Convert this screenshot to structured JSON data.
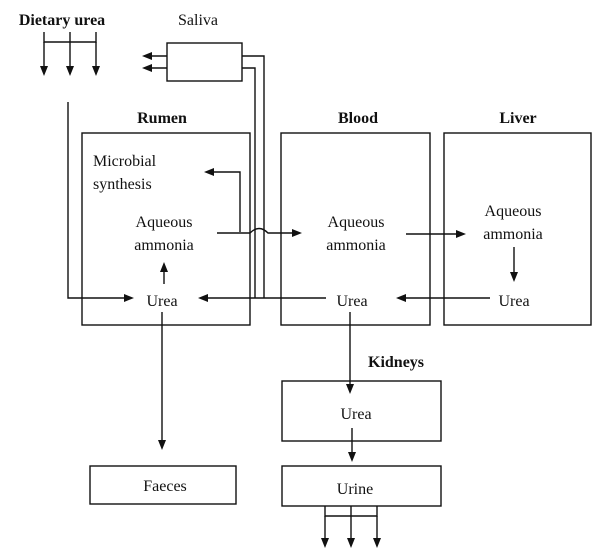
{
  "labels": {
    "dietary_urea": "Dietary urea",
    "saliva": "Saliva",
    "rumen": "Rumen",
    "blood": "Blood",
    "liver": "Liver",
    "microbial_synthesis_line1": "Microbial",
    "microbial_synthesis_line2": "synthesis",
    "rumen_aqueous_line1": "Aqueous",
    "rumen_aqueous_line2": "ammonia",
    "blood_aqueous_line1": "Aqueous",
    "blood_aqueous_line2": "ammonia",
    "liver_aqueous_line1": "Aqueous",
    "liver_aqueous_line2": "ammonia",
    "rumen_urea": "Urea",
    "blood_urea": "Urea",
    "liver_urea": "Urea",
    "kidneys": "Kidneys",
    "kidney_urea": "Urea",
    "urine": "Urine",
    "faeces": "Faeces"
  }
}
